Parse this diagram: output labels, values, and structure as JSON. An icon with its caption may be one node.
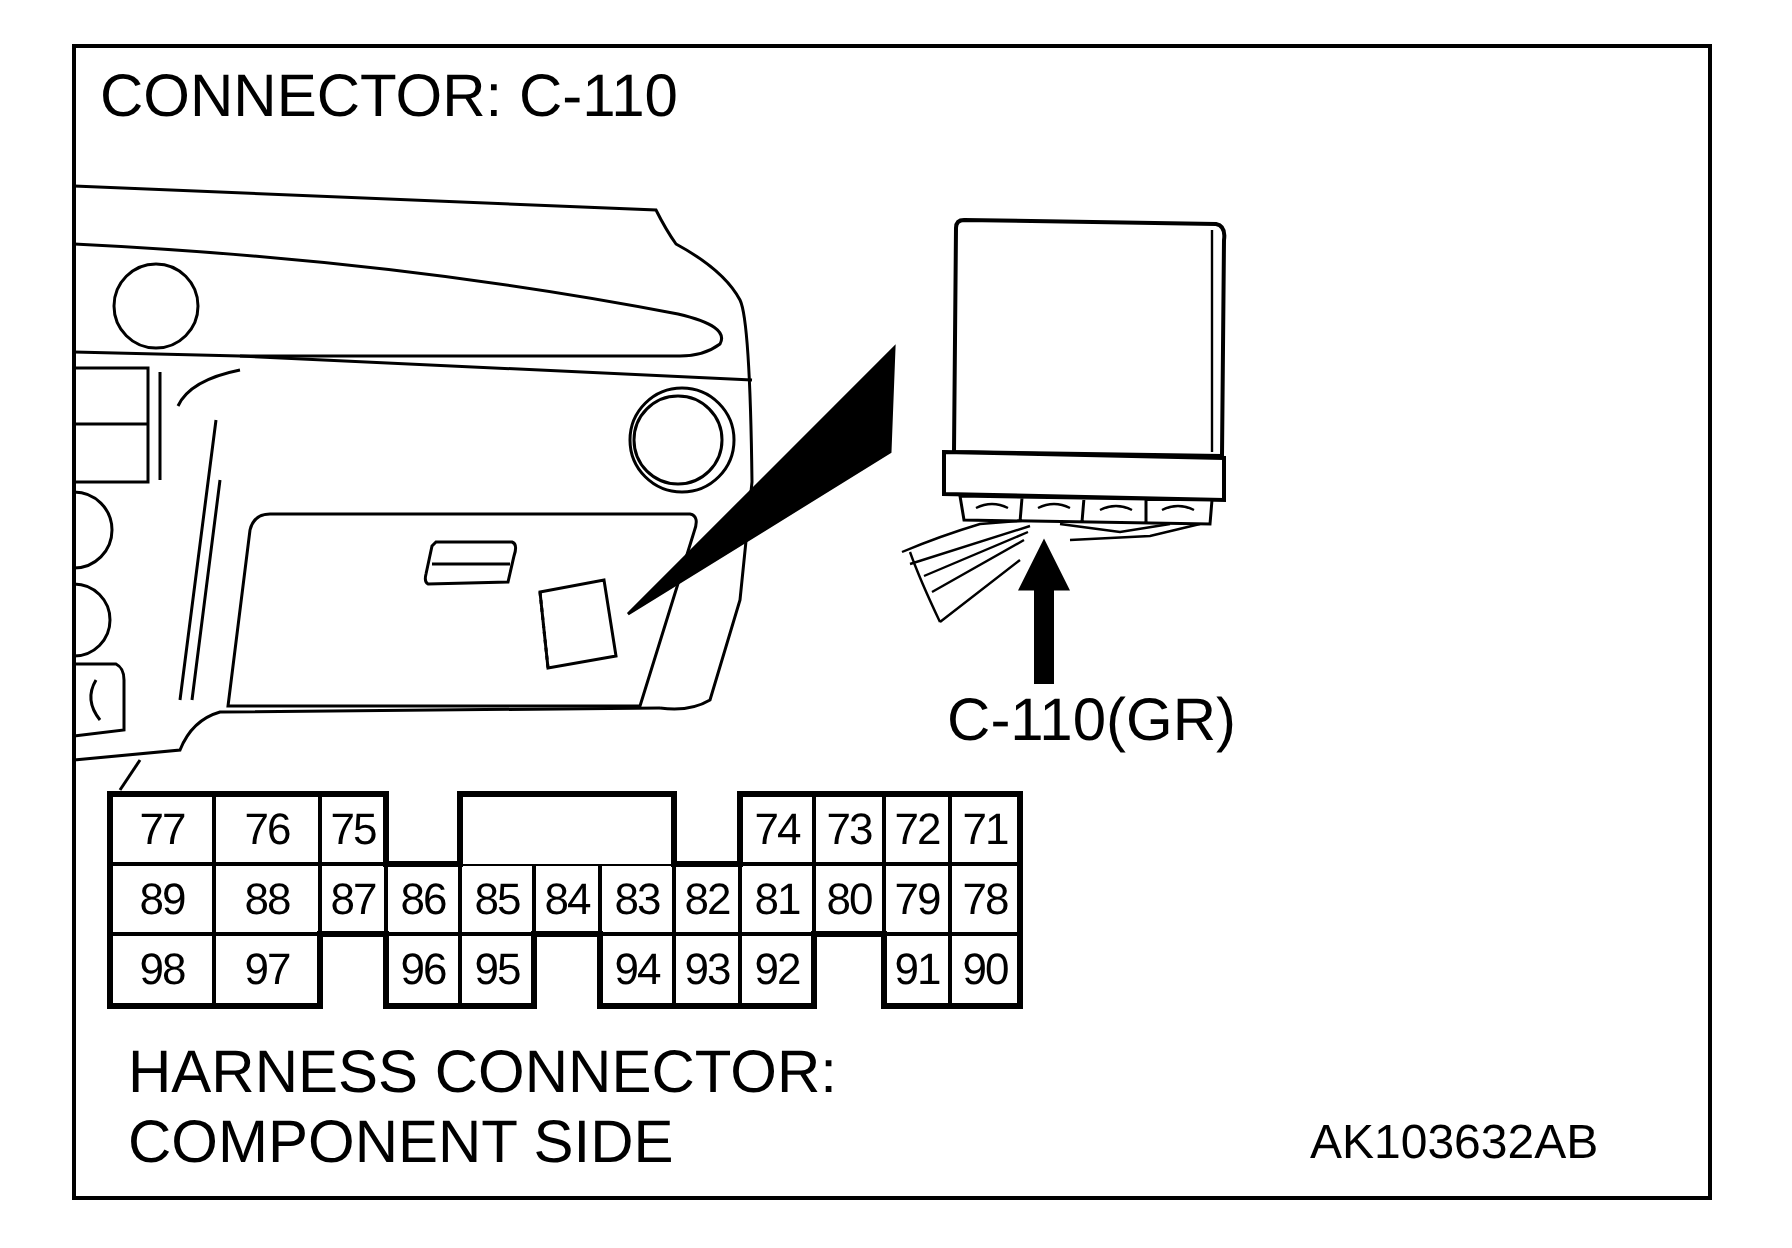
{
  "diagram": {
    "title": "CONNECTOR: C-110",
    "nodes": [
      {
        "text": [
          "C-110(GR)"
        ]
      },
      {
        "text": [],
        "shape": "picture"
      }
    ],
    "edges": [
      {
        "from": 0,
        "to": 1,
        "arrow": "to"
      }
    ],
    "labels": [
      "77",
      "76",
      "75",
      "74",
      "73",
      "72",
      "71",
      "89",
      "88",
      "87",
      "86",
      "85",
      "84",
      "83",
      "82",
      "81",
      "80",
      "79",
      "78",
      "98",
      "97",
      "96",
      "95",
      "94",
      "93",
      "92",
      "91",
      "90",
      "HARNESS CONNECTOR: COMPONENT SIDE",
      "AK103632AB"
    ]
  }
}
